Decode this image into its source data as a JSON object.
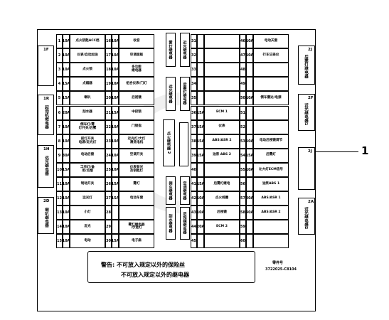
{
  "left_relays": [
    {
      "num": "1F",
      "label": ""
    },
    {
      "num": "1R",
      "label": "起动机继电器"
    },
    {
      "num": "1H",
      "label": "远光继电器"
    },
    {
      "num": "2D",
      "label": "喇叭继电器"
    }
  ],
  "right_relays": [
    {
      "num": "2J",
      "label": "后雾灯继电器"
    },
    {
      "num": "2F",
      "label": "近光继电器1"
    },
    {
      "num": "2J",
      "label": ""
    },
    {
      "num": "2A",
      "label": "近光继电器2"
    }
  ],
  "left_fuses": [
    {
      "n1": "1",
      "a1": "10A",
      "l1": "点火钥匙ACC档",
      "n2": "16",
      "a2": "10A",
      "l2": "收音"
    },
    {
      "n1": "2",
      "a1": "10A",
      "l1": "仪表/自动加油",
      "n2": "17",
      "a2": "10A",
      "l2": "空调面板"
    },
    {
      "n1": "3",
      "a1": "10A",
      "l1": "点火锁",
      "n2": "18",
      "a2": "10A",
      "l2": "多功能\n继电器"
    },
    {
      "n1": "4",
      "a1": "15A",
      "l1": "点烟器",
      "n2": "19",
      "a2": "10A",
      "l2": "组合仪表/门灯"
    },
    {
      "n1": "5",
      "a1": "15A",
      "l1": "喇叭",
      "n2": "20",
      "a2": "10A",
      "l2": "后视镜"
    },
    {
      "n1": "6",
      "a1": "20A",
      "l1": "刮水器",
      "n2": "21",
      "a2": "15A",
      "l2": "中控锁"
    },
    {
      "n1": "7",
      "a1": "10A",
      "l1": "倒车灯/雾\n灯开关/后雾",
      "n2": "22",
      "a2": "10A",
      "l2": "门锁指"
    },
    {
      "n1": "8",
      "a1": "10A",
      "l1": "前灯开关\n电源/近光灯",
      "n2": "23",
      "a2": "10A",
      "l2": "近光灯/大灯\n清洗电机"
    },
    {
      "n1": "9",
      "a1": "30A",
      "l1": "电动后窗",
      "n2": "24",
      "a2": "10A",
      "l2": "空调开关"
    },
    {
      "n1": "10",
      "a1": "15A",
      "l1": "工作灯/备\n用/点烟",
      "n2": "25",
      "a2": "10A",
      "l2": "仪表背光\n及钥匙灯"
    },
    {
      "n1": "11",
      "a1": "10A",
      "l1": "制动开关",
      "n2": "26",
      "a2": "15A",
      "l2": "雾灯"
    },
    {
      "n1": "12",
      "a1": "10A",
      "l1": "远光灯",
      "n2": "27",
      "a2": "15A",
      "l2": "电动车窗"
    },
    {
      "n1": "13",
      "a1": "10A",
      "l1": "小灯",
      "n2": "28",
      "a2": "",
      "l2": ""
    },
    {
      "n1": "14",
      "a1": "10A",
      "l1": "近光",
      "n2": "29",
      "a2": "",
      "l2": "雾灯继电器\n/示宽灯"
    },
    {
      "n1": "15",
      "a1": "10A",
      "l1": "电动",
      "n2": "30",
      "a2": "15A",
      "l2": "电子扇"
    }
  ],
  "right_fuses": [
    {
      "n1": "31",
      "a1": "",
      "l1": "",
      "n2": "46",
      "a2": "10A",
      "l2": "电动天窗"
    },
    {
      "n1": "32",
      "a1": "",
      "l1": "",
      "n2": "47",
      "a2": "10A",
      "l2": "行车记录仪"
    },
    {
      "n1": "33",
      "a1": "",
      "l1": "",
      "n2": "48",
      "a2": "",
      "l2": ""
    },
    {
      "n1": "34",
      "a1": "",
      "l1": "",
      "n2": "49",
      "a2": "",
      "l2": ""
    },
    {
      "n1": "35",
      "a1": "",
      "l1": "",
      "n2": "50",
      "a2": "10A",
      "l2": "倒车雷达/电源"
    },
    {
      "n1": "36",
      "a1": "15A",
      "l1": "ECM 1",
      "n2": "51",
      "a2": "",
      "l2": ""
    },
    {
      "n1": "37",
      "a1": "15A",
      "l1": "仪表",
      "n2": "52",
      "a2": "",
      "l2": ""
    },
    {
      "n1": "38",
      "a1": "15A",
      "l1": "ABS/ASR 2",
      "n2": "53",
      "a2": "10A",
      "l2": "电动后视镜调节"
    },
    {
      "n1": "39",
      "a1": "15A",
      "l1": "油泵 ABS 2",
      "n2": "54",
      "a2": "15A",
      "l2": "后雾灯"
    },
    {
      "n1": "40",
      "a1": "",
      "l1": "",
      "n2": "55",
      "a2": "10A",
      "l2": "左大灯ECM信号"
    },
    {
      "n1": "41",
      "a1": "15A",
      "l1": "后雾灯继电",
      "n2": "56",
      "a2": "",
      "l2": "油泵ABS 1"
    },
    {
      "n1": "42",
      "a1": "10A",
      "l1": "点火线圈",
      "n2": "57",
      "a2": "40A",
      "l2": "ABS/ASR 1"
    },
    {
      "n1": "43",
      "a1": "10A",
      "l1": "后视镜",
      "n2": "58",
      "a2": "40A",
      "l2": "ABS/ASR 2"
    },
    {
      "n1": "44",
      "a1": "20A",
      "l1": "ECM 2",
      "n2": "59",
      "a2": "",
      "l2": ""
    },
    {
      "n1": "45",
      "a1": "",
      "l1": "",
      "n2": "60",
      "a2": "",
      "l2": ""
    }
  ],
  "center_left_relays": [
    "雾灯继电器",
    "远光继电器",
    "倒车继电器",
    "刮水继电器"
  ],
  "center_right_relays": [
    "近光继电器",
    "后雾灯继电器",
    "空调继电器",
    "后视镜继电器"
  ],
  "center_main_relay": "点火继电器 2",
  "warning": {
    "line1": "警告: 不可放入规定以外的保险丝",
    "line2": "不可放入规定以外的继电器"
  },
  "part_number": {
    "label": "零件号",
    "value": "3722025-C8104"
  },
  "callout": "1"
}
